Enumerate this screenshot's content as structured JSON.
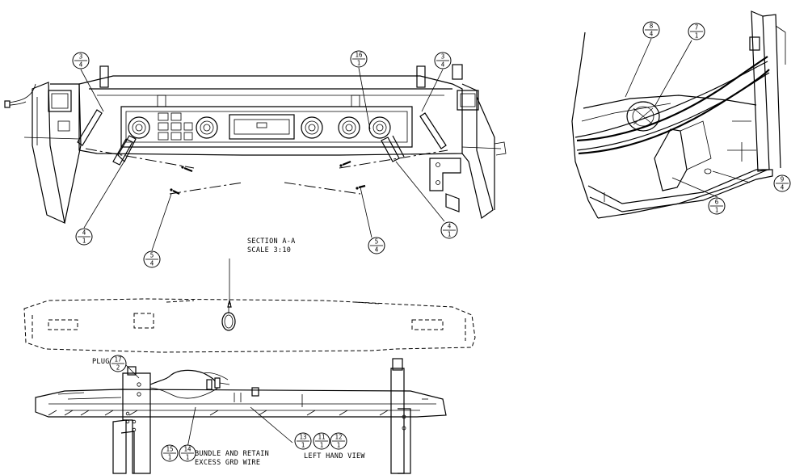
{
  "section_view": {
    "title": "SECTION A-A",
    "scale": "SCALE 3:10"
  },
  "notes": {
    "plug": "PLUG",
    "bundle_line1": "BUNDLE AND RETAIN",
    "bundle_line2": "EXCESS GRD WIRE",
    "left_hand_view": "LEFT HAND VIEW"
  },
  "balloons": [
    {
      "id": "b-3-left",
      "top": "3",
      "bottom": "4"
    },
    {
      "id": "b-16",
      "top": "16",
      "bottom": "1"
    },
    {
      "id": "b-3-right",
      "top": "3",
      "bottom": "4"
    },
    {
      "id": "b-4-left",
      "top": "4",
      "bottom": "1"
    },
    {
      "id": "b-5-left",
      "top": "5",
      "bottom": "4"
    },
    {
      "id": "b-5-right",
      "top": "5",
      "bottom": "4"
    },
    {
      "id": "b-4-right",
      "top": "4",
      "bottom": "1"
    },
    {
      "id": "b-8",
      "top": "8",
      "bottom": "4"
    },
    {
      "id": "b-7",
      "top": "7",
      "bottom": "1"
    },
    {
      "id": "b-9",
      "top": "9",
      "bottom": "4"
    },
    {
      "id": "b-6",
      "top": "6",
      "bottom": "1"
    },
    {
      "id": "b-17",
      "top": "17",
      "bottom": "2"
    },
    {
      "id": "b-15",
      "top": "15",
      "bottom": "1"
    },
    {
      "id": "b-14",
      "top": "14",
      "bottom": "1"
    },
    {
      "id": "b-13",
      "top": "13",
      "bottom": "1"
    },
    {
      "id": "b-11",
      "top": "11",
      "bottom": "1"
    },
    {
      "id": "b-12",
      "top": "12",
      "bottom": "1"
    }
  ]
}
